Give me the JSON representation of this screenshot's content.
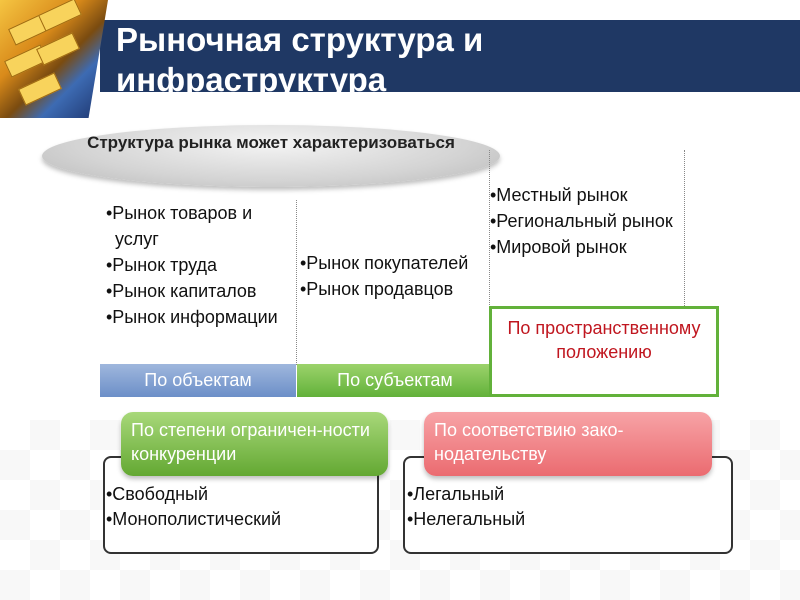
{
  "title": "Рыночная структура и инфраструктура",
  "ellipse": {
    "text": "Структура рынка может характеризоваться"
  },
  "columns": [
    {
      "items": [
        "•Рынок товаров и услуг",
        "•Рынок труда",
        "•Рынок капиталов",
        "•Рынок информации"
      ],
      "tab": "По объектам"
    },
    {
      "items": [
        "•Рынок покупателей",
        "•Рынок продавцов"
      ],
      "tab": "По субъектам"
    },
    {
      "items": [
        "•Местный рынок",
        "•Региональный рынок",
        "•Мировой рынок"
      ],
      "tab": "По пространственному положению"
    }
  ],
  "bottom": [
    {
      "label": "По степени ограничен-ности конкуренции",
      "items": [
        "•Свободный",
        "•Монополистический"
      ]
    },
    {
      "label": "По соответствию зако-нодательству",
      "items": [
        "•Легальный",
        "•Нелегальный"
      ]
    }
  ],
  "colors": {
    "header": "#1f3864",
    "tab_blue": "#6c8fc8",
    "tab_green": "#62b13a",
    "pill_red": "#eb6b70",
    "accent_red": "#c0161f"
  }
}
